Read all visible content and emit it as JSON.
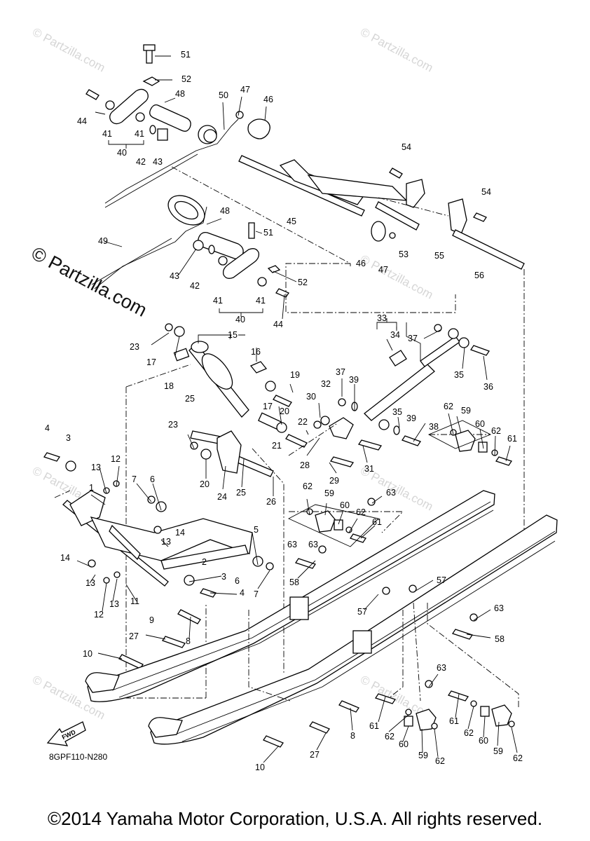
{
  "watermark_text": "© Partzilla.com",
  "watermark_main": "© Partzilla.com",
  "diagram_code": "8GPF110-N280",
  "fwd_label": "FWD",
  "copyright": "©2014 Yamaha Motor Corporation, U.S.A. All rights reserved.",
  "callouts": [
    "1",
    "2",
    "3",
    "3",
    "4",
    "4",
    "5",
    "6",
    "6",
    "7",
    "7",
    "8",
    "8",
    "9",
    "10",
    "10",
    "11",
    "12",
    "12",
    "13",
    "13",
    "13",
    "13",
    "14",
    "14",
    "15",
    "16",
    "17",
    "17",
    "18",
    "19",
    "20",
    "20",
    "21",
    "22",
    "23",
    "23",
    "24",
    "25",
    "25",
    "26",
    "27",
    "27",
    "28",
    "29",
    "30",
    "31",
    "32",
    "33",
    "34",
    "35",
    "35",
    "36",
    "37",
    "37",
    "38",
    "39",
    "39",
    "40",
    "40",
    "41",
    "41",
    "41",
    "41",
    "42",
    "42",
    "43",
    "43",
    "44",
    "44",
    "45",
    "46",
    "46",
    "47",
    "47",
    "48",
    "48",
    "49",
    "50",
    "51",
    "51",
    "52",
    "52",
    "53",
    "54",
    "54",
    "55",
    "56",
    "57",
    "57",
    "58",
    "58",
    "59",
    "59",
    "59",
    "59",
    "60",
    "60",
    "60",
    "60",
    "61",
    "61",
    "61",
    "61",
    "62",
    "62",
    "62",
    "62",
    "62",
    "62",
    "62",
    "62",
    "63",
    "63",
    "63",
    "63",
    "63"
  ]
}
